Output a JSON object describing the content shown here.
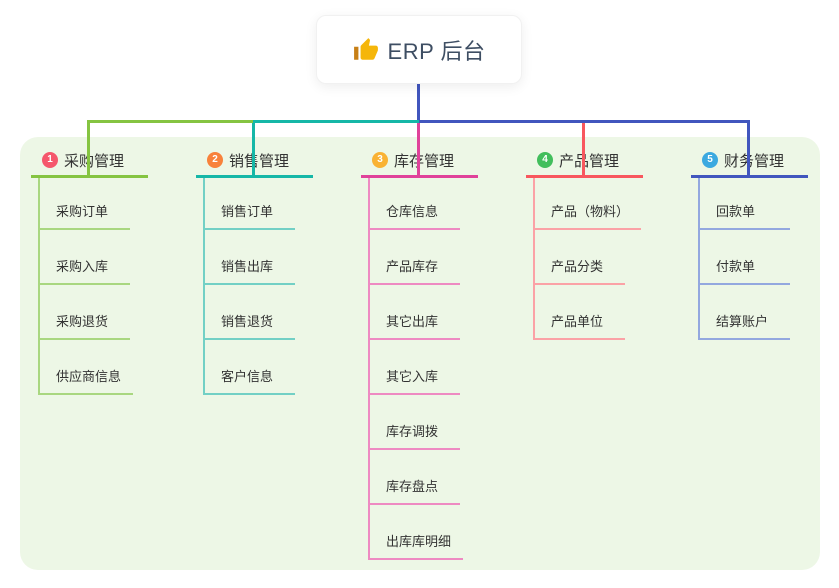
{
  "root": {
    "title": "ERP 后台",
    "icon": "thumbs-up-icon",
    "icon_color": "#f5b60a"
  },
  "panel_color": "#edf7e6",
  "connector": {
    "root_drop_color": "#4156be"
  },
  "branches": [
    {
      "number": "1",
      "title": "采购管理",
      "badge_color": "#f5576c",
      "line_color": "#85c441",
      "child_line_color": "#a9d780",
      "children": [
        "采购订单",
        "采购入库",
        "采购退货",
        "供应商信息"
      ]
    },
    {
      "number": "2",
      "title": "销售管理",
      "badge_color": "#f8823b",
      "line_color": "#16b7a7",
      "child_line_color": "#72d0c5",
      "children": [
        "销售订单",
        "销售出库",
        "销售退货",
        "客户信息"
      ]
    },
    {
      "number": "3",
      "title": "库存管理",
      "badge_color": "#f9b233",
      "line_color": "#e0429a",
      "child_line_color": "#ee8ac2",
      "children": [
        "仓库信息",
        "产品库存",
        "其它出库",
        "其它入库",
        "库存调拨",
        "库存盘点",
        "出库库明细"
      ]
    },
    {
      "number": "4",
      "title": "产品管理",
      "badge_color": "#42be5c",
      "line_color": "#f8575e",
      "child_line_color": "#fba2a6",
      "children": [
        "产品（物料）",
        "产品分类",
        "产品单位"
      ]
    },
    {
      "number": "5",
      "title": "财务管理",
      "badge_color": "#3ba9e0",
      "line_color": "#4156be",
      "child_line_color": "#93a8df",
      "children": [
        "回款单",
        "付款单",
        "结算账户"
      ]
    }
  ]
}
